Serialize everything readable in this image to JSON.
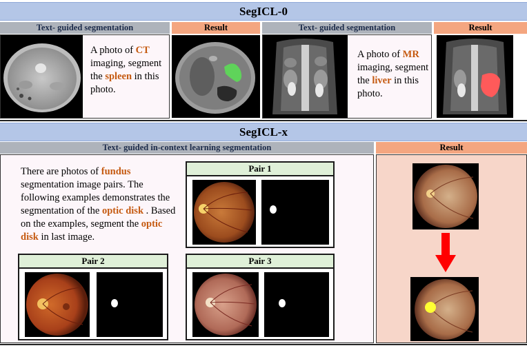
{
  "segicl0": {
    "title": "SegICL-0",
    "left_header": "Text- guided segmentation",
    "left_result_header": "Result",
    "right_header": "Text- guided segmentation",
    "right_result_header": "Result",
    "ct_text": {
      "p1": "A photo of ",
      "modality": "CT",
      "p2": " imaging, segment the ",
      "organ": "spleen",
      "p3": " in this photo."
    },
    "mr_text": {
      "p1": "A photo of ",
      "modality": "MR",
      "p2": " imaging, segment the ",
      "organ": "liver",
      "p3": " in this photo."
    }
  },
  "segiclx": {
    "title": "SegICL-x",
    "left_header": "Text- guided in-context learning segmentation",
    "result_header": "Result",
    "instruction": {
      "p1": "There are photos of ",
      "modality": "fundus",
      "p2": " segmentation image pairs. The following examples demonstrates the segmentation of the ",
      "target": "optic disk",
      "p3": " . Based on the examples, segment the ",
      "target2": "optic disk",
      "p4": " in last image."
    },
    "pairs": [
      "Pair 1",
      "Pair 2",
      "Pair 3"
    ]
  },
  "colors": {
    "title_bar": "#b4c6e7",
    "task_header": "#aeb3bb",
    "result_header": "#f4a680",
    "text_panel": "#fdf6fa",
    "result_panel": "#f7d6c9",
    "pair_header": "#dff0d8",
    "highlight": "#c55a11",
    "spleen_mask": "#5fd35a",
    "liver_mask": "#ff5a5a",
    "prediction_mask": "#ffff33",
    "arrow": "#ff0000"
  },
  "icons": [
    "ct-scan-image",
    "mr-scan-image",
    "fundus-image",
    "mask-image",
    "red-down-arrow"
  ]
}
